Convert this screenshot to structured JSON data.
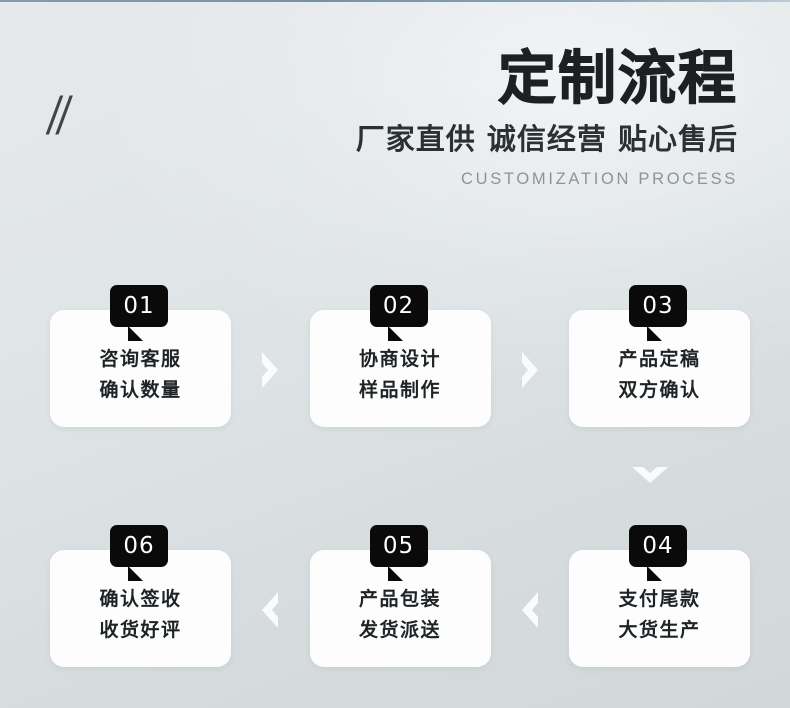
{
  "header": {
    "decoration": "//",
    "title_cn": "定制流程",
    "subtitle_cn": "厂家直供 诚信经营 贴心售后",
    "subtitle_en": "CUSTOMIZATION PROCESS"
  },
  "colors": {
    "background_top": "#e6e9ea",
    "background_bottom": "#d2d8da",
    "top_rule": "#7d99ad",
    "badge_bg": "#0a0a0a",
    "badge_text": "#ffffff",
    "card_bg": "#fdfdfd",
    "card_text": "#1e2325",
    "title_text": "#1c2022",
    "subtitle_en_text": "#8d9499",
    "chevron": "#fafbfb"
  },
  "flow": {
    "top_row": [
      {
        "number": "01",
        "line1": "咨询客服",
        "line2": "确认数量"
      },
      {
        "number": "02",
        "line1": "协商设计",
        "line2": "样品制作"
      },
      {
        "number": "03",
        "line1": "产品定稿",
        "line2": "双方确认"
      }
    ],
    "bottom_row": [
      {
        "number": "04",
        "line1": "支付尾款",
        "line2": "大货生产"
      },
      {
        "number": "05",
        "line1": "产品包装",
        "line2": "发货派送"
      },
      {
        "number": "06",
        "line1": "确认签收",
        "line2": "收货好评"
      }
    ],
    "connectors": {
      "top_row_direction": "right-chevron-icon",
      "bottom_row_direction": "left-chevron-icon",
      "row_link_direction": "down-chevron-icon"
    }
  }
}
